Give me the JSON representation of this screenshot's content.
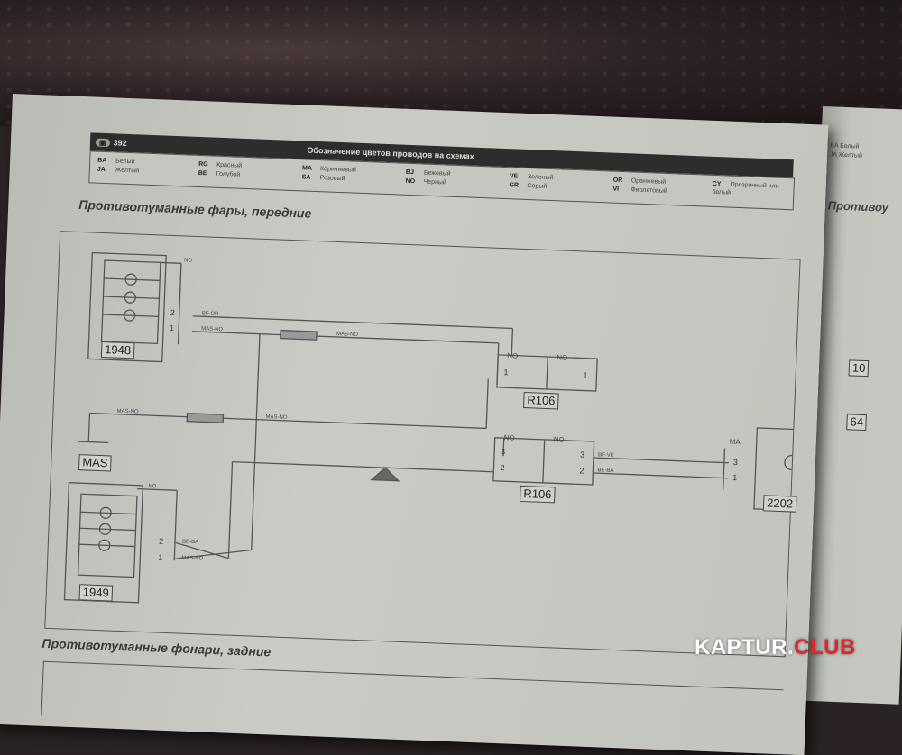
{
  "header": {
    "page_number": "392",
    "title": "Обозначение цветов проводов на схемах"
  },
  "legend": [
    {
      "code": "BA",
      "name": "Белый"
    },
    {
      "code": "JA",
      "name": "Желтый"
    },
    {
      "code": "RG",
      "name": "Красный"
    },
    {
      "code": "BE",
      "name": "Голубой"
    },
    {
      "code": "MA",
      "name": "Коричневый"
    },
    {
      "code": "SA",
      "name": "Розовый"
    },
    {
      "code": "BJ",
      "name": "Бежевый"
    },
    {
      "code": "NO",
      "name": "Черный"
    },
    {
      "code": "VE",
      "name": "Зеленый"
    },
    {
      "code": "GR",
      "name": "Серый"
    },
    {
      "code": "OR",
      "name": "Оранжевый"
    },
    {
      "code": "VI",
      "name": "Фиолетовый"
    },
    {
      "code": "CY",
      "name": "Прозрачный или белый"
    }
  ],
  "section1_title": "Противотуманные фары, передние",
  "section2_title": "Противотуманные фонари, задние",
  "components": {
    "lamp_top": "1948",
    "lamp_bottom": "1949",
    "ground": "MAS",
    "relay_top": "R106",
    "relay_bottom": "R106",
    "switch": "2202"
  },
  "wire_labels": {
    "no": "NO",
    "bf_or": "BF-OR",
    "mas_no": "MAS-NO",
    "be_ba": "BE-BA",
    "bf_ve": "BF-VE",
    "ma": "MA"
  },
  "pins": {
    "p1": "1",
    "p2": "2",
    "p3": "3"
  },
  "right_page": {
    "legend_ba": "BA Белый",
    "legend_ja": "JA Желтый",
    "title_fragment": "Противоу",
    "box1": "10",
    "box2": "64"
  },
  "watermark": {
    "part1": "KAPTUR.",
    "part2": "CLUB"
  }
}
